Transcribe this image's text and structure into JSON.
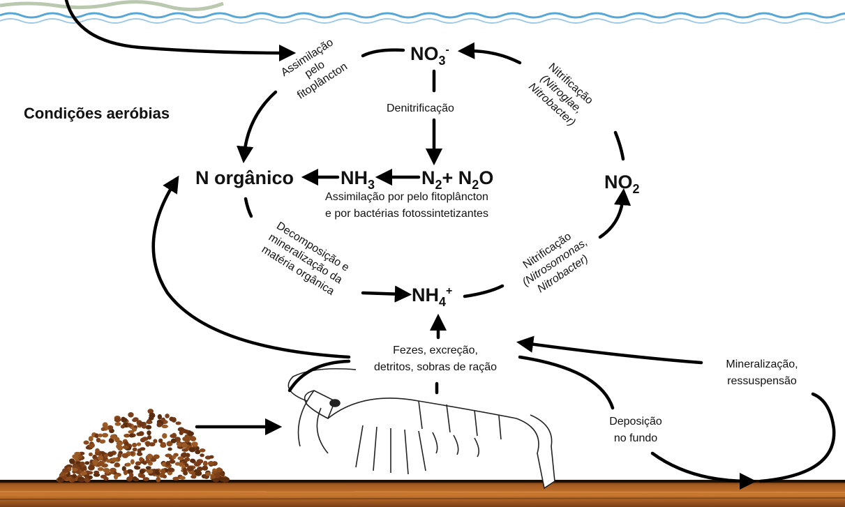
{
  "heading": {
    "conditions": "Condições aeróbias"
  },
  "nodes": {
    "no3": {
      "base": "NO",
      "sub": "3",
      "sup": "-"
    },
    "n_organico": "N orgânico",
    "nh3": {
      "base": "NH",
      "sub": "3"
    },
    "n2_n2o": {
      "a": "N",
      "a_sub": "2",
      "plus": "+ N",
      "b_sub": "2",
      "b_end": "O"
    },
    "no2": {
      "base": "NO",
      "sub": "2"
    },
    "nh4": {
      "base": "NH",
      "sub": "4",
      "sup": "+"
    }
  },
  "labels": {
    "assimilacao_fito": [
      "Assimilação",
      "pelo",
      "fitoplâncton"
    ],
    "denitrificacao": "Denitrificação",
    "nitrificacao_top": [
      "Nitrificação",
      "(Nitroglae,",
      "Nitrobacter)"
    ],
    "assimilacao_bact": [
      "Assimilação por pelo fitoplâncton",
      "e por bactérias fotossintetizantes"
    ],
    "decomposicao": [
      "Decomposição e",
      "mineralização da",
      "matéria orgânica"
    ],
    "nitrificacao_bottom": [
      "Nitrificação",
      "(Nitrosomonas,",
      "Nitrobacter)"
    ],
    "fezes": [
      "Fezes, excreção,",
      "detritos, sobras de ração"
    ],
    "mineralizacao": [
      "Mineralização,",
      "ressuspensão"
    ],
    "deposicao": [
      "Deposição",
      "no fundo"
    ]
  },
  "colors": {
    "water": "#56a6d8",
    "sediment": "#8a4a1c",
    "feed": "#7a3f1a",
    "arrow": "#000000"
  }
}
